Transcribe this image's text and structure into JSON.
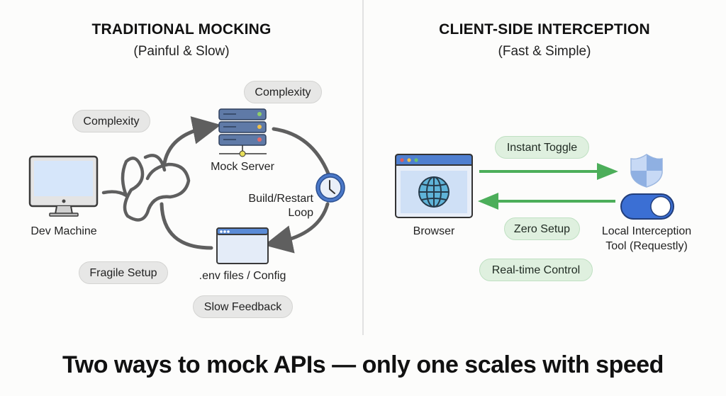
{
  "left_panel": {
    "title": "TRADITIONAL MOCKING",
    "subtitle": "(Painful & Slow)",
    "nodes": {
      "dev_machine": "Dev Machine",
      "mock_server": "Mock Server",
      "config": ".env files / Config",
      "loop": [
        "Build/Restart",
        "Loop"
      ]
    },
    "tags": [
      "Complexity",
      "Complexity",
      "Fragile Setup",
      "Slow Feedback"
    ],
    "icons": [
      "monitor-icon",
      "tangle-icon",
      "server-icon",
      "clock-icon",
      "window-icon"
    ]
  },
  "right_panel": {
    "title": "CLIENT-SIDE INTERCEPTION",
    "subtitle": "(Fast & Simple)",
    "nodes": {
      "browser": "Browser",
      "tool": [
        "Local Interception",
        "Tool (Requestly)"
      ]
    },
    "tags": [
      "Instant Toggle",
      "Zero Setup",
      "Real-time Control"
    ],
    "icons": [
      "browser-globe-icon",
      "shield-icon",
      "toggle-on-icon",
      "arrow-right-icon",
      "arrow-left-icon"
    ]
  },
  "footer": "Two ways to mock APIs — only one scales with speed",
  "colors": {
    "arrow_gray": "#5f5f5f",
    "arrow_green": "#4cae5a",
    "icon_blue": "#4a78c8",
    "screen_blue": "#d6e6fa",
    "pill_gray": "#e7e7e6",
    "pill_green": "#dff0df"
  }
}
